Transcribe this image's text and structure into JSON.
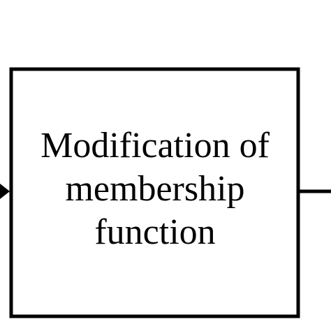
{
  "diagram": {
    "block": {
      "lines": [
        "Modification of",
        "membership",
        "function"
      ]
    },
    "colors": {
      "stroke": "#000000",
      "background": "#ffffff",
      "text": "#000000"
    }
  }
}
